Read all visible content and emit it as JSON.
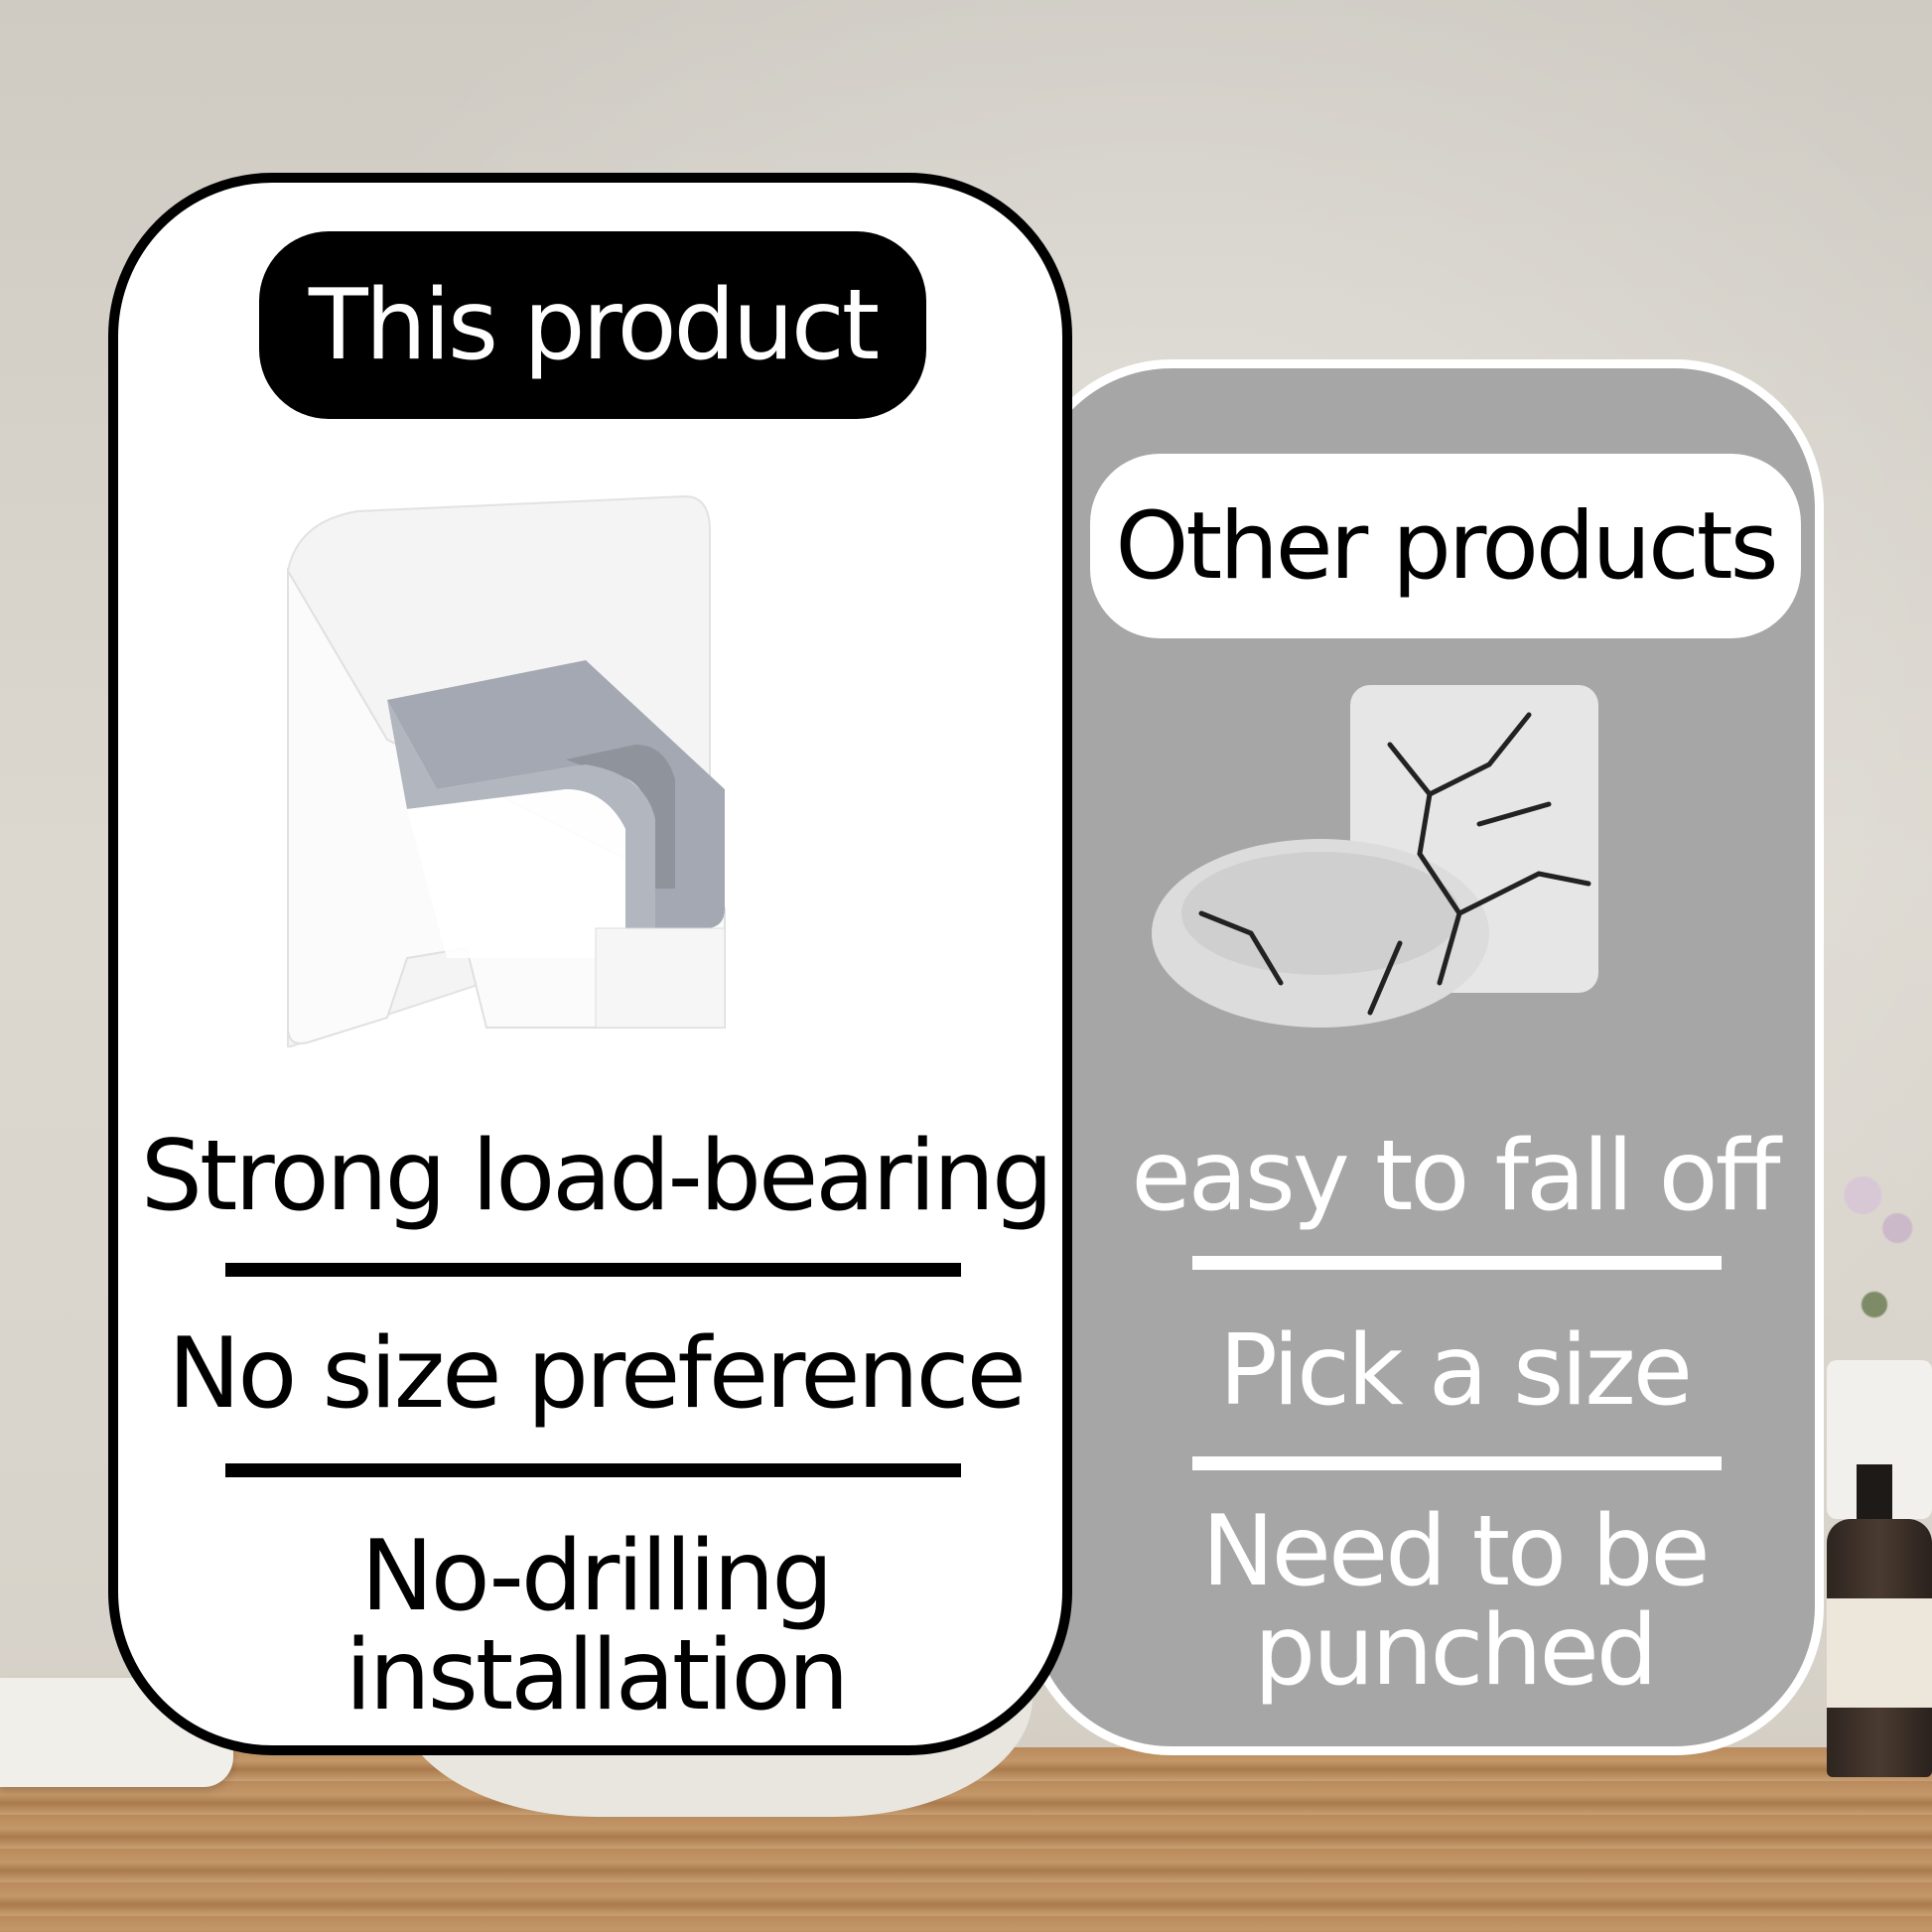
{
  "this_product": {
    "title": "This product",
    "features": [
      "Strong load-bearing",
      "No size preference",
      "No-drilling",
      "installation"
    ]
  },
  "other_products": {
    "title": "Other products",
    "features": [
      "easy to fall off",
      "Pick a size",
      "Need to be",
      "punched"
    ]
  },
  "colors": {
    "card_black": "#000000",
    "card_gray": "#a6a6a6",
    "accent_gray": "#9ea3ad"
  }
}
